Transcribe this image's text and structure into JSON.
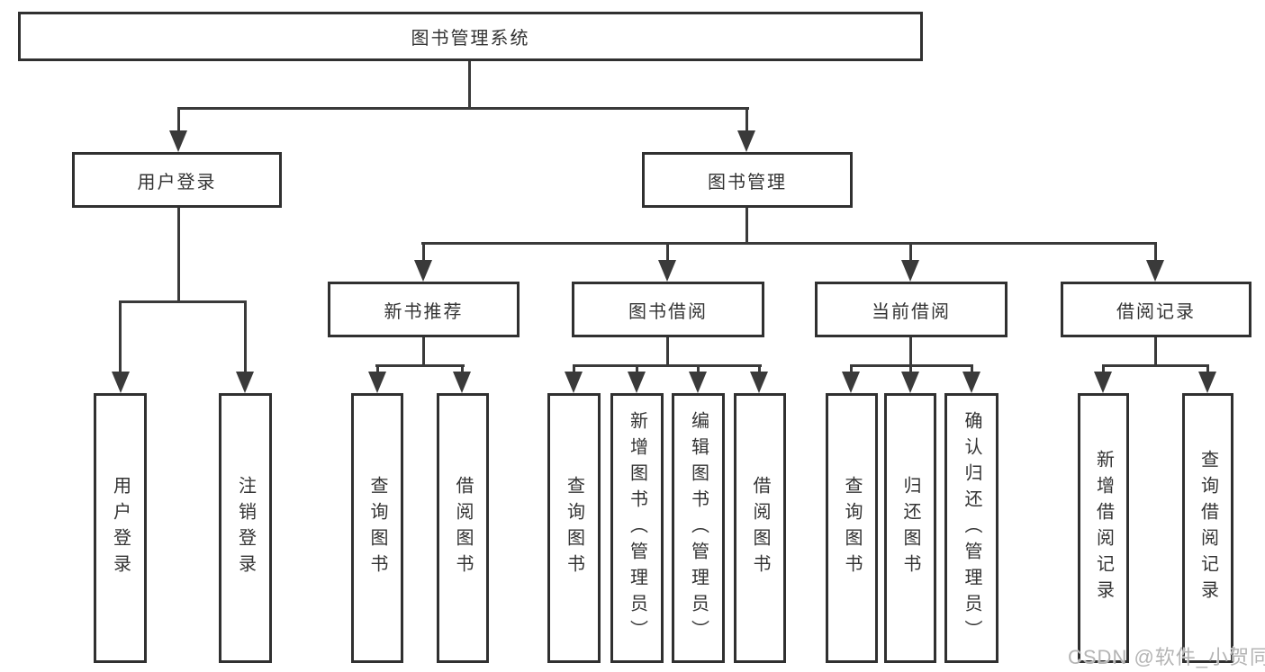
{
  "tree": {
    "root": "图书管理系统",
    "nodes": [
      {
        "label": "用户登录",
        "children": [
          {
            "label": "用户登录"
          },
          {
            "label": "注销登录"
          }
        ]
      },
      {
        "label": "图书管理",
        "children": [
          {
            "label": "新书推荐",
            "children": [
              {
                "label": "查询图书"
              },
              {
                "label": "借阅图书"
              }
            ]
          },
          {
            "label": "图书借阅",
            "children": [
              {
                "label": "查询图书"
              },
              {
                "label": "新增图书（管理员）"
              },
              {
                "label": "编辑图书（管理员）"
              },
              {
                "label": "借阅图书"
              }
            ]
          },
          {
            "label": "当前借阅",
            "children": [
              {
                "label": "查询图书"
              },
              {
                "label": "归还图书"
              },
              {
                "label": "确认归还（管理员）"
              }
            ]
          },
          {
            "label": "借阅记录",
            "children": [
              {
                "label": "新增借阅记录"
              },
              {
                "label": "查询借阅记录"
              }
            ]
          }
        ]
      }
    ]
  },
  "watermark": {
    "text": "CSDN @软件_小贺同学"
  },
  "colors": {
    "border": "#303030",
    "line": "#3a3a3a",
    "text": "#333333",
    "watermark": "#b4b4b4",
    "background": "#ffffff"
  }
}
